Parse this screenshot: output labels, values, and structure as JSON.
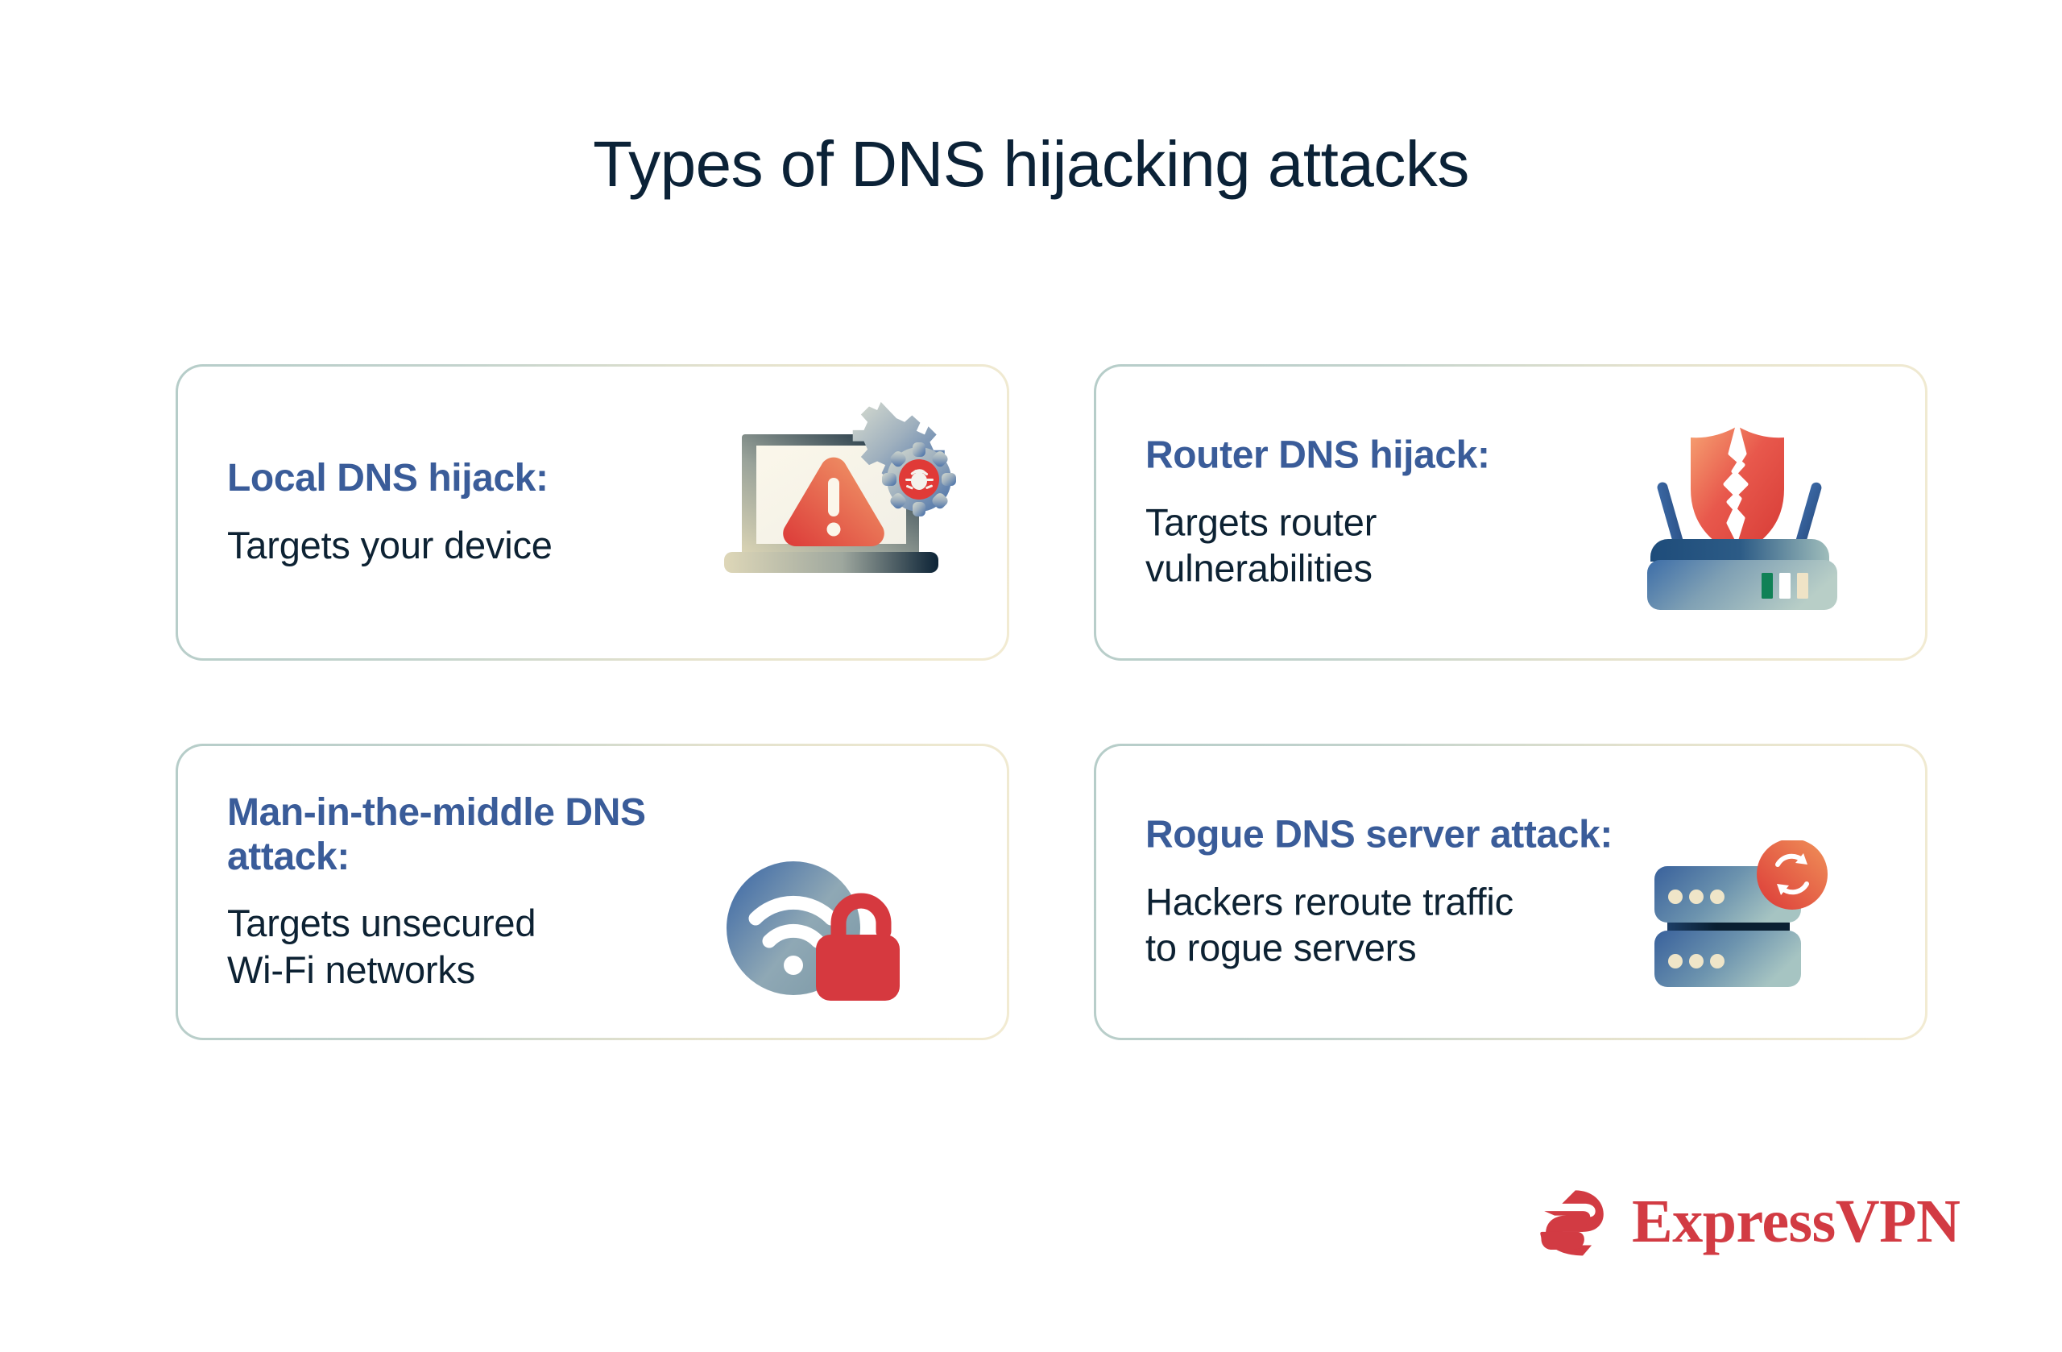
{
  "title": "Types of DNS hijacking attacks",
  "colors": {
    "background": "#ffffff",
    "title_text": "#0B2237",
    "card_heading": "#3A5C99",
    "card_body": "#0D2233",
    "card_border_start": "#b6cdc9",
    "card_border_end": "#f2ebd2",
    "brand_red": "#D23B43",
    "accent_red": "#E0383C",
    "accent_orange": "#F08A5D",
    "icon_blue": "#3D6AA8",
    "icon_teal": "#A9C4C0",
    "led_green": "#128055",
    "led_cream": "#EFE6CC"
  },
  "cards": [
    {
      "id": "local-dns-hijack",
      "heading": "Local DNS hijack:",
      "body": "Targets your device",
      "icon": "laptop-warning-gear-bug-icon"
    },
    {
      "id": "router-dns-hijack",
      "heading": "Router DNS hijack:",
      "body": "Targets router\nvulnerabilities",
      "icon": "router-broken-shield-icon"
    },
    {
      "id": "man-in-the-middle-dns-attack",
      "heading": "Man-in-the-middle DNS attack:",
      "body": "Targets unsecured\nWi-Fi networks",
      "icon": "wifi-open-padlock-icon"
    },
    {
      "id": "rogue-dns-server-attack",
      "heading": "Rogue DNS server attack:",
      "body": "Hackers reroute traffic\nto rogue servers",
      "icon": "server-stack-sync-icon"
    }
  ],
  "logo": {
    "wordmark": "ExpressVPN",
    "mark": "expressvpn-e-mark-icon"
  }
}
